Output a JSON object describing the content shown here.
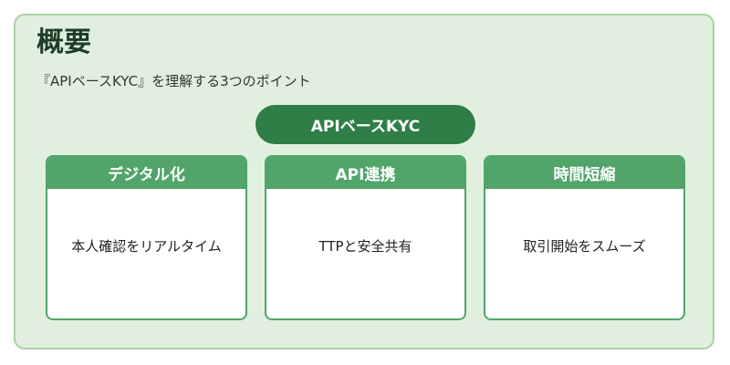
{
  "title": "概要",
  "subtitle": "『APIベースKYC』を理解する3つのポイント",
  "center_label": "APIベースKYC",
  "cards": [
    {
      "heading": "デジタル化",
      "body": "本人確認をリアルタイム"
    },
    {
      "heading": "API連携",
      "body": "TTPと安全共有"
    },
    {
      "heading": "時間短縮",
      "body": "取引開始をスムーズ"
    }
  ],
  "colors": {
    "panel_background": "#e1f0de",
    "panel_border": "#a9d0a5",
    "pill": "#2f7d47",
    "card_header": "#51a46a",
    "title_text": "#1e3d26"
  }
}
